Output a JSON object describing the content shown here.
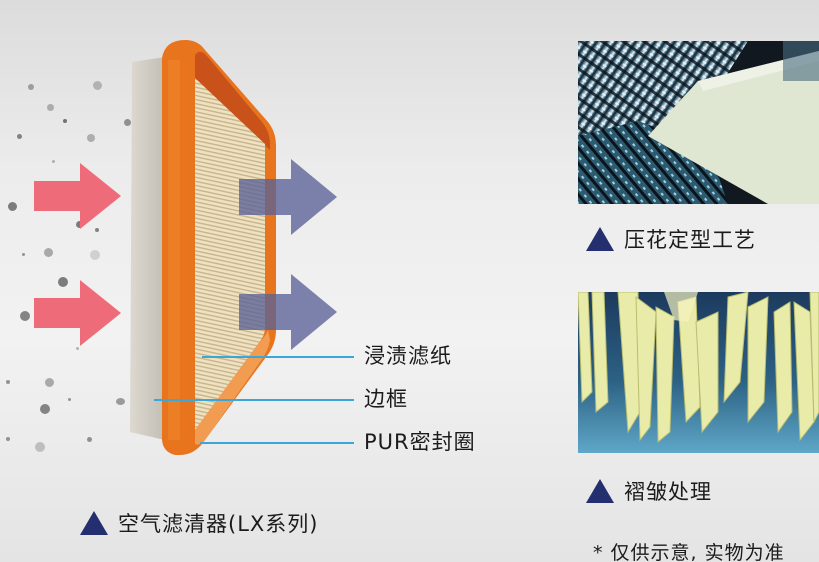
{
  "main_product": {
    "caption": "空气滤清器(LX系列)",
    "callouts": [
      {
        "label": "浸渍滤纸"
      },
      {
        "label": "边框"
      },
      {
        "label": "PUR密封圈"
      }
    ],
    "colors": {
      "frame_orange": "#e8751e",
      "pleat_beige": "#e9d9b4",
      "side_gray": "#cfccc4",
      "inflow_arrow": "#ee6b7a",
      "outflow_arrow": "#6b729e",
      "leader_line": "#3aa7d8"
    }
  },
  "features": [
    {
      "caption": "压花定型工艺",
      "image": "embossing-rollers-photo"
    },
    {
      "caption": "褶皱处理",
      "image": "pleated-paper-photo"
    }
  ],
  "footnote": "* 仅供示意, 实物为准",
  "accent_color": "#232f6e"
}
